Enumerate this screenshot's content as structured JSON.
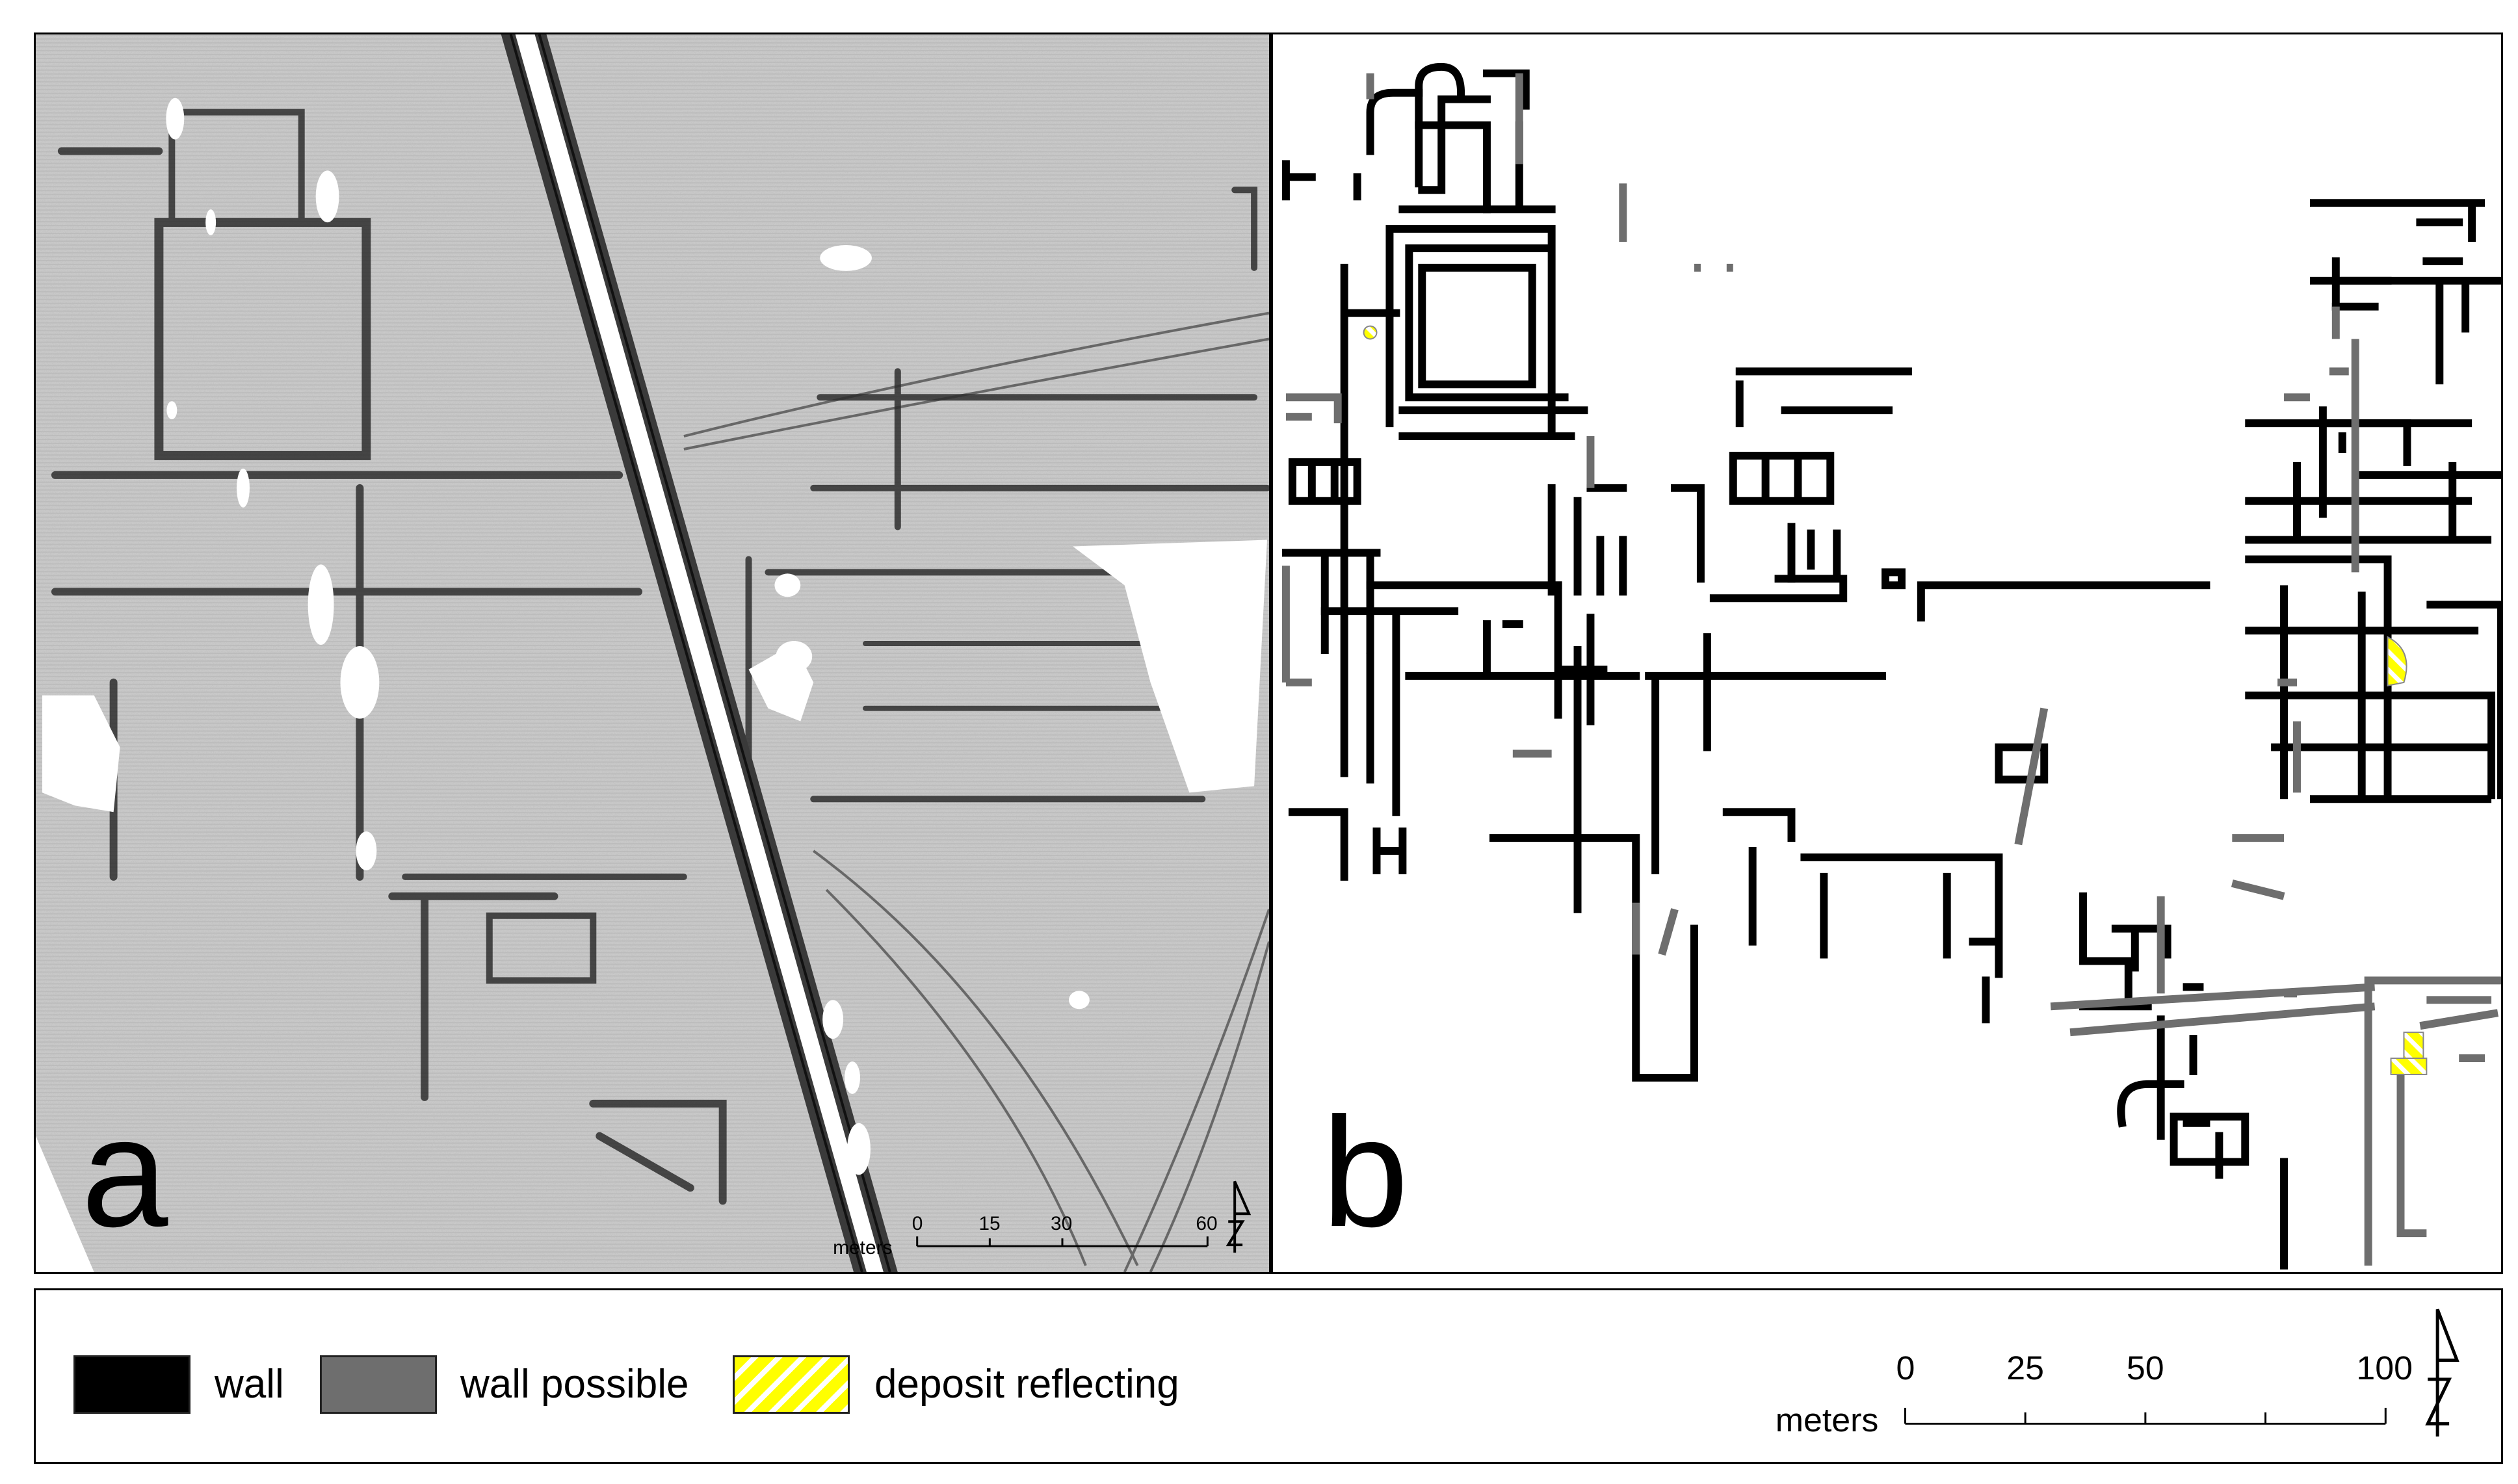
{
  "panels": {
    "a": {
      "letter": "a"
    },
    "b": {
      "letter": "b"
    }
  },
  "scale_a": {
    "unit": "meters",
    "ticks": [
      "0",
      "15",
      "30",
      "60"
    ]
  },
  "legend": {
    "items": [
      {
        "label": "wall",
        "color": "#000000"
      },
      {
        "label": "wall possible",
        "color": "#6e6e6e"
      },
      {
        "label": "deposit reflecting",
        "color": "#ffff00"
      }
    ],
    "scale": {
      "unit": "meters",
      "ticks": [
        "0",
        "25",
        "50",
        "100"
      ]
    }
  },
  "icons": [
    "north-arrow-icon"
  ]
}
